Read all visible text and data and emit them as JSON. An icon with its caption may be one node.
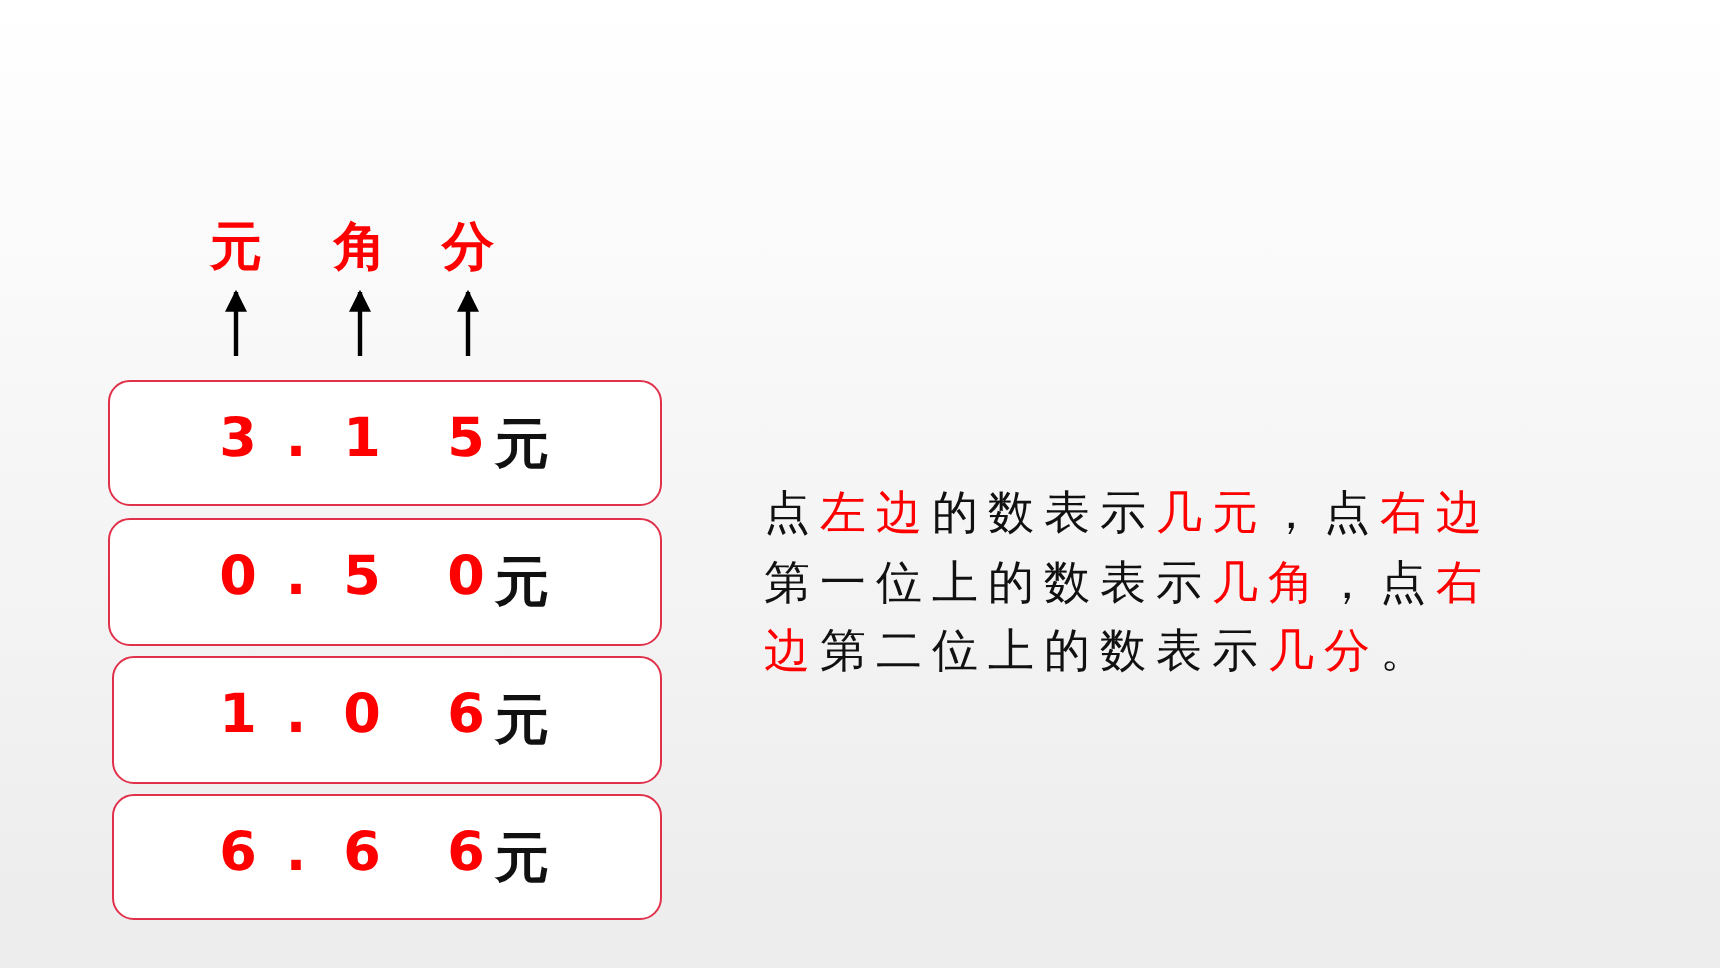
{
  "diagram": {
    "nodes": [
      {
        "text": [
          "元"
        ]
      },
      {
        "text": [
          "角"
        ]
      },
      {
        "text": [
          "分"
        ]
      },
      {
        "text": [
          "3",
          ".",
          "1",
          "5",
          "元"
        ]
      },
      {
        "text": [
          "0",
          ".",
          "5",
          "0",
          "元"
        ]
      },
      {
        "text": [
          "1",
          ".",
          "0",
          "6",
          "元"
        ]
      },
      {
        "text": [
          "6",
          ".",
          "6",
          "6",
          "元"
        ]
      }
    ],
    "edges": [
      {
        "from": 3,
        "to": 0,
        "arrow": "to"
      },
      {
        "from": 3,
        "to": 1,
        "arrow": "to"
      },
      {
        "from": 3,
        "to": 2,
        "arrow": "to"
      }
    ],
    "labels": [
      "点**左边**的数表示**几元**，点**右边**第一位上的数表示**几角**，点**右边**第二位上的数表示**几分**。"
    ]
  }
}
